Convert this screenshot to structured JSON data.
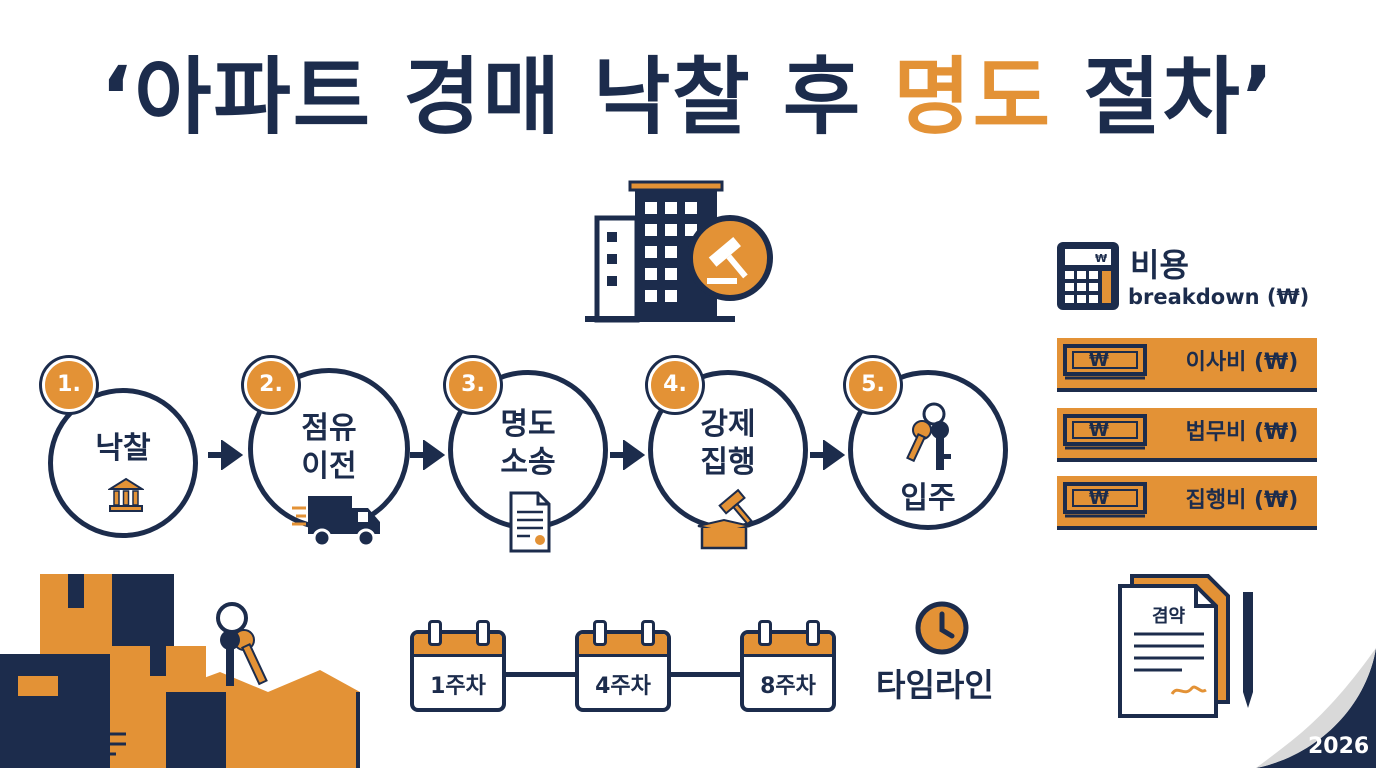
{
  "title": {
    "open_quote": "‘",
    "part1": "아파트 경매 낙찰 후 ",
    "highlight": "명도",
    "part2": " 절차",
    "close_quote": "’"
  },
  "steps": [
    {
      "number": "1.",
      "line1": "낙찰",
      "line2": "",
      "icon": "bank-icon"
    },
    {
      "number": "2.",
      "line1": "점유",
      "line2": "이전",
      "icon": "truck-icon"
    },
    {
      "number": "3.",
      "line1": "명도",
      "line2": "소송",
      "icon": "document-icon"
    },
    {
      "number": "4.",
      "line1": "강제",
      "line2": "집행",
      "icon": "gavel-box-icon"
    },
    {
      "number": "5.",
      "line1": "입주",
      "line2": "",
      "icon": "keys-icon"
    }
  ],
  "costs": {
    "title": "비용",
    "subtitle": "breakdown (₩)",
    "bill_symbol": "₩",
    "items": [
      {
        "label": "이사비 (₩)"
      },
      {
        "label": "법무비 (₩)"
      },
      {
        "label": "집행비 (₩)"
      }
    ]
  },
  "timeline": {
    "label": "타임라인",
    "weeks": [
      "1주차",
      "4주차",
      "8주차"
    ]
  },
  "contract": {
    "label": "겸약"
  },
  "year": "2026",
  "colors": {
    "navy": "#1c2c4c",
    "orange": "#e39236"
  }
}
